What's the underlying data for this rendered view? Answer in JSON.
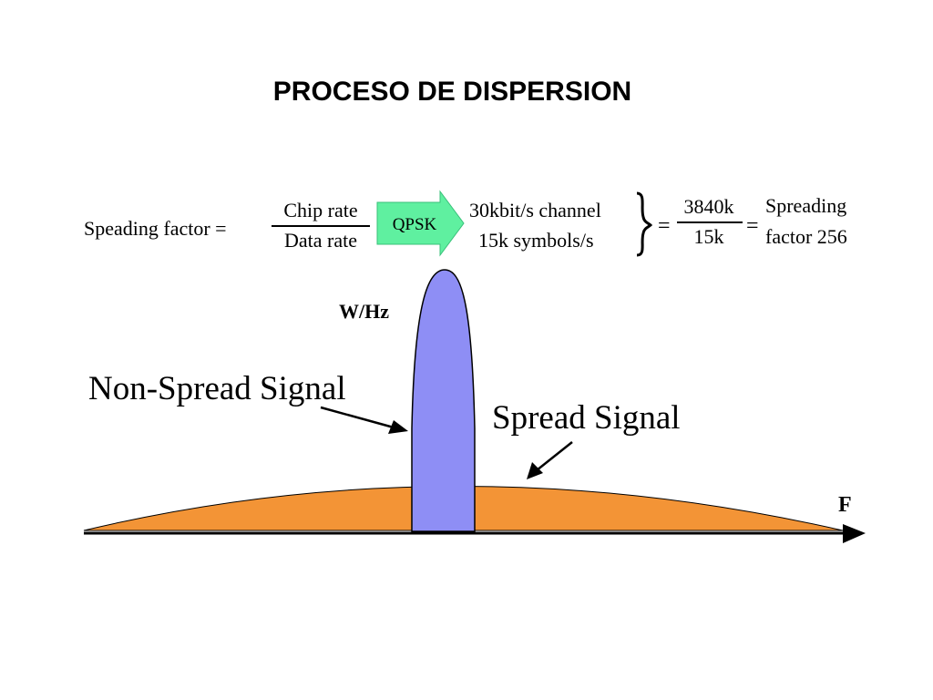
{
  "title": "PROCESO DE DISPERSION",
  "formula": {
    "lhs": "Speading factor =",
    "numerator": "Chip rate",
    "denominator": "Data rate",
    "arrow_label": "QPSK",
    "channel_line1": "30kbit/s channel",
    "channel_line2": "15k symbols/s",
    "eq1": "=",
    "fraction_num": "3840k",
    "fraction_den": "15k",
    "eq2": "=",
    "result_line1": "Spreading",
    "result_line2": "factor 256"
  },
  "plot": {
    "y_axis_label": "W/Hz",
    "x_axis_label": "F",
    "non_spread_label": "Non-Spread Signal",
    "spread_label": "Spread Signal"
  },
  "colors": {
    "arrow_green": "#5ff0a0",
    "non_spread_fill": "#8e8ef5",
    "spread_fill": "#f39436",
    "axis": "#000000"
  }
}
